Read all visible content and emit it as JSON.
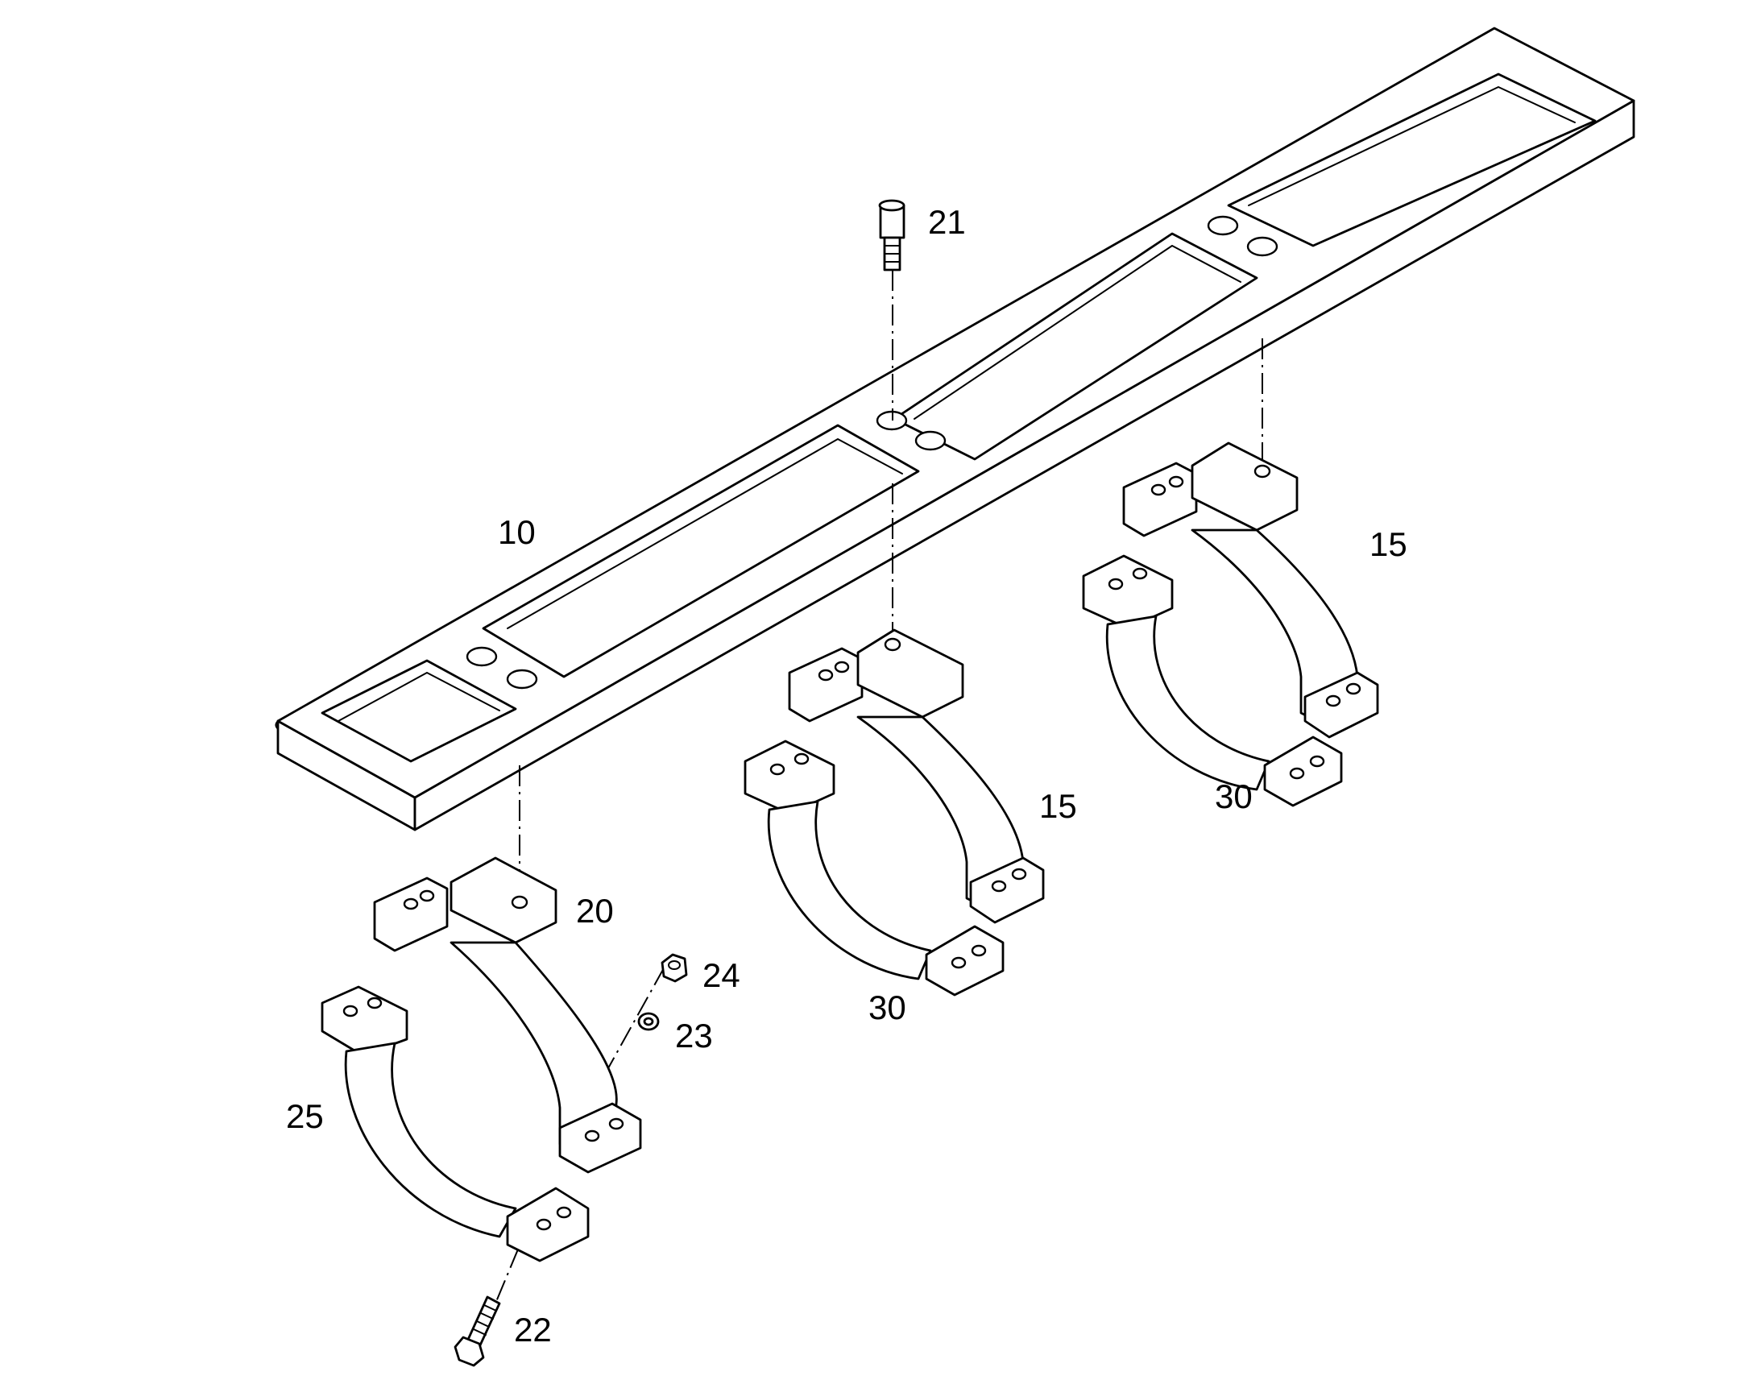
{
  "diagram": {
    "callouts": {
      "frame": "10",
      "clamp_mid": "15",
      "clamp_right": "15",
      "clamp_left_upper": "20",
      "bolt_top": "21",
      "bolt_bottom": "22",
      "washer": "23",
      "nut": "24",
      "clamp_left_lower": "25",
      "clamp_mid_lower": "30",
      "clamp_right_lower": "30"
    }
  }
}
